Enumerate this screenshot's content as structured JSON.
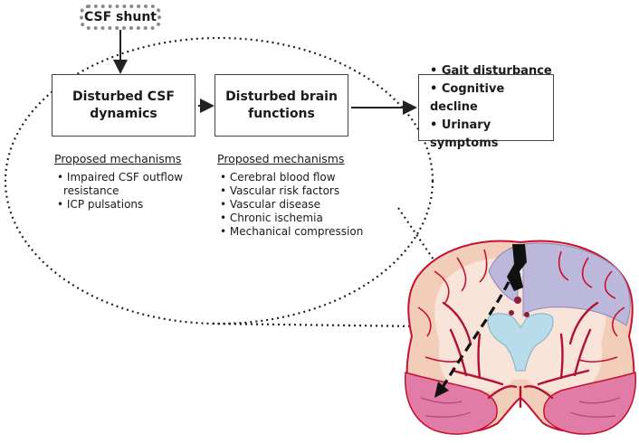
{
  "shunt": {
    "label": "CSF shunt"
  },
  "boxes": {
    "csf_dynamics": {
      "line1": "Disturbed CSF",
      "line2": "dynamics"
    },
    "brain_functions": {
      "line1": "Disturbed brain",
      "line2": "functions"
    }
  },
  "symptoms": [
    "Gait disturbance",
    "Cognitive decline",
    "Urinary symptoms"
  ],
  "mechanisms_csf": {
    "title": "Proposed mechanisms",
    "items": [
      "Impaired CSF outflow resistance",
      "ICP pulsations"
    ]
  },
  "mechanisms_brain": {
    "title": "Proposed mechanisms",
    "items": [
      "Cerebral blood flow",
      "Vascular risk factors",
      "Vascular disease",
      "Chronic ischemia",
      "Mechanical compression"
    ]
  },
  "colors": {
    "cortex": "#f5d6c6",
    "cortex_sulci": "#c8102e",
    "white_matter": "#f8e2d6",
    "purple_region": "#b9b6d9",
    "ventricle": "#b8dcea",
    "temporal_lobe": "#e07ca6",
    "vessels": "#b3122e"
  }
}
